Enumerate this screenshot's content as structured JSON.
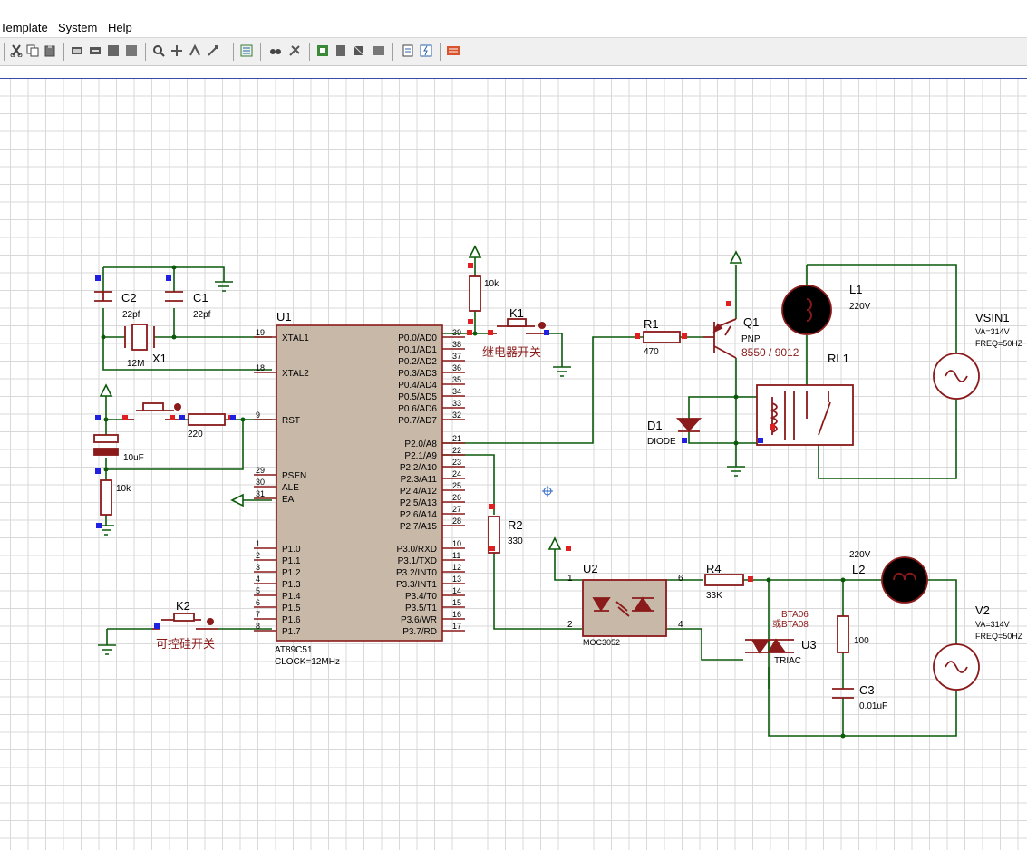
{
  "menu": {
    "template": "Template",
    "system": "System",
    "help": "Help"
  },
  "toolbar": {
    "icons": [
      "cut-icon",
      "copy-icon",
      "paste-icon",
      "block-copy-icon",
      "block-move-icon",
      "block-rotate-icon",
      "block-delete-icon",
      "zoom-icon",
      "wire-autoroute-icon",
      "search-icon",
      "property-icon",
      "design-explorer-icon",
      "find-icon",
      "decompose-icon",
      "make-device-icon",
      "packaging-icon",
      "bom-icon",
      "netlist-icon",
      "erc-icon",
      "ares-icon"
    ]
  },
  "colors": {
    "wire": "#0a5a0a",
    "component": "#8b1a1a",
    "chip_fill": "#c8b8a8",
    "text": "#000000",
    "grid": "#d9d9d9"
  },
  "schematic": {
    "u1": {
      "ref": "U1",
      "part": "AT89C51",
      "clock": "CLOCK=12MHz",
      "left_pins": [
        {
          "num": "19",
          "name": "XTAL1"
        },
        {
          "num": "18",
          "name": "XTAL2"
        },
        {
          "num": "9",
          "name": "RST"
        },
        {
          "num": "29",
          "name": "PSEN"
        },
        {
          "num": "30",
          "name": "ALE"
        },
        {
          "num": "31",
          "name": "EA"
        },
        {
          "num": "1",
          "name": "P1.0"
        },
        {
          "num": "2",
          "name": "P1.1"
        },
        {
          "num": "3",
          "name": "P1.2"
        },
        {
          "num": "4",
          "name": "P1.3"
        },
        {
          "num": "5",
          "name": "P1.4"
        },
        {
          "num": "6",
          "name": "P1.5"
        },
        {
          "num": "7",
          "name": "P1.6"
        },
        {
          "num": "8",
          "name": "P1.7"
        }
      ],
      "right_pins": [
        {
          "num": "39",
          "name": "P0.0/AD0"
        },
        {
          "num": "38",
          "name": "P0.1/AD1"
        },
        {
          "num": "37",
          "name": "P0.2/AD2"
        },
        {
          "num": "36",
          "name": "P0.3/AD3"
        },
        {
          "num": "35",
          "name": "P0.4/AD4"
        },
        {
          "num": "34",
          "name": "P0.5/AD5"
        },
        {
          "num": "33",
          "name": "P0.6/AD6"
        },
        {
          "num": "32",
          "name": "P0.7/AD7"
        },
        {
          "num": "21",
          "name": "P2.0/A8"
        },
        {
          "num": "22",
          "name": "P2.1/A9"
        },
        {
          "num": "23",
          "name": "P2.2/A10"
        },
        {
          "num": "24",
          "name": "P2.3/A11"
        },
        {
          "num": "25",
          "name": "P2.4/A12"
        },
        {
          "num": "26",
          "name": "P2.5/A13"
        },
        {
          "num": "27",
          "name": "P2.6/A14"
        },
        {
          "num": "28",
          "name": "P2.7/A15"
        },
        {
          "num": "10",
          "name": "P3.0/RXD"
        },
        {
          "num": "11",
          "name": "P3.1/TXD"
        },
        {
          "num": "12",
          "name": "P3.2/INT0"
        },
        {
          "num": "13",
          "name": "P3.3/INT1"
        },
        {
          "num": "14",
          "name": "P3.4/T0"
        },
        {
          "num": "15",
          "name": "P3.5/T1"
        },
        {
          "num": "16",
          "name": "P3.6/WR"
        },
        {
          "num": "17",
          "name": "P3.7/RD"
        }
      ]
    },
    "c2": {
      "ref": "C2",
      "value": "22pf"
    },
    "c1": {
      "ref": "C1",
      "value": "22pf"
    },
    "x1": {
      "ref": "X1",
      "value": "12M"
    },
    "r_pullup": {
      "value": "10k"
    },
    "k1": {
      "ref": "K1",
      "label": "继电器开关"
    },
    "r_rst": {
      "value": "220"
    },
    "c_rst": {
      "value": "10uF"
    },
    "r_rst2": {
      "value": "10k"
    },
    "k2": {
      "ref": "K2",
      "label": "可控硅开关"
    },
    "r1": {
      "ref": "R1",
      "value": "470"
    },
    "q1": {
      "ref": "Q1",
      "type": "PNP",
      "value": "8550 / 9012"
    },
    "d1": {
      "ref": "D1",
      "value": "DIODE"
    },
    "rl1": {
      "ref": "RL1"
    },
    "l1": {
      "ref": "L1",
      "value": "220V"
    },
    "vsin1": {
      "ref": "VSIN1",
      "va": "VA=314V",
      "freq": "FREQ=50HZ"
    },
    "r2": {
      "ref": "R2",
      "value": "330"
    },
    "u2": {
      "ref": "U2",
      "part": "MOC3052",
      "pin1": "1",
      "pin2": "2",
      "pin6": "6",
      "pin4": "4"
    },
    "r4": {
      "ref": "R4",
      "value": "33K"
    },
    "l2": {
      "ref": "L2",
      "value": "220V"
    },
    "u3": {
      "ref": "U3",
      "type": "TRIAC",
      "value1": "BTA06",
      "value2": "或BTA08"
    },
    "r100": {
      "value": "100"
    },
    "c3": {
      "ref": "C3",
      "value": "0.01uF"
    },
    "v2": {
      "ref": "V2",
      "va": "VA=314V",
      "freq": "FREQ=50HZ"
    }
  }
}
